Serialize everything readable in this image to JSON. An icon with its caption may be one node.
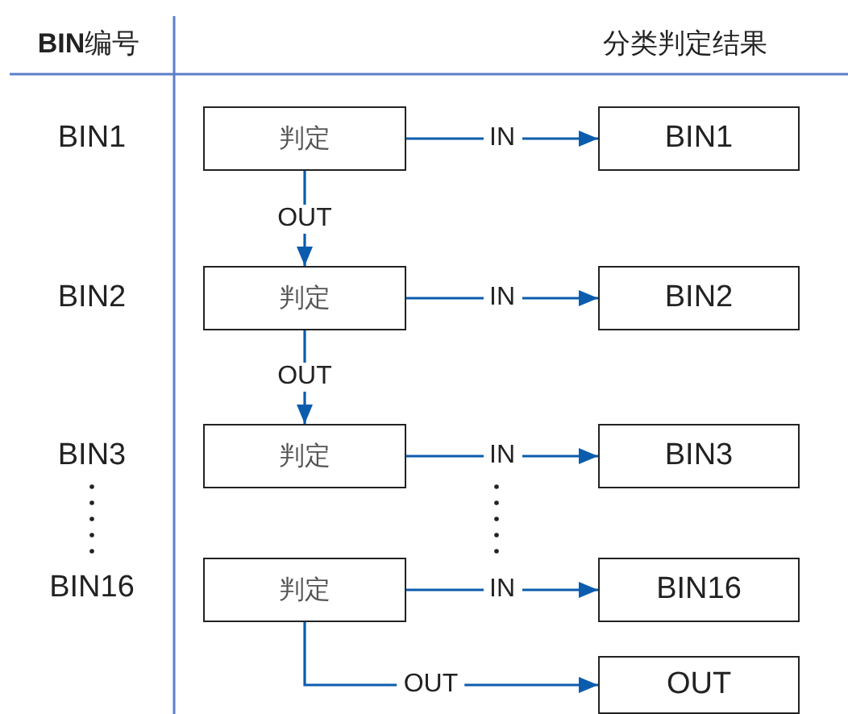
{
  "diagram": {
    "nodes": [
      {
        "text": [
          "判定"
        ]
      },
      {
        "text": [
          "BIN1"
        ]
      },
      {
        "text": [
          "判定"
        ]
      },
      {
        "text": [
          "BIN2"
        ]
      },
      {
        "text": [
          "判定"
        ]
      },
      {
        "text": [
          "BIN3"
        ]
      },
      {
        "text": [
          "判定"
        ]
      },
      {
        "text": [
          "BIN16"
        ]
      },
      {
        "text": [
          "OUT"
        ]
      }
    ],
    "edges": [
      {
        "from": 0,
        "to": 1,
        "arrow": "to",
        "label": "IN"
      },
      {
        "from": 0,
        "to": 2,
        "arrow": "to",
        "label": "OUT"
      },
      {
        "from": 2,
        "to": 3,
        "arrow": "to",
        "label": "IN"
      },
      {
        "from": 2,
        "to": 4,
        "arrow": "to",
        "label": "OUT"
      },
      {
        "from": 4,
        "to": 5,
        "arrow": "to",
        "label": "IN"
      },
      {
        "from": 6,
        "to": 7,
        "arrow": "to",
        "label": "IN"
      },
      {
        "from": 6,
        "to": 8,
        "arrow": "to",
        "label": "OUT"
      }
    ],
    "labels": [
      "**BIN**编号",
      "分类判定结果",
      "BIN1",
      "BIN2",
      "BIN3",
      "BIN16"
    ]
  }
}
